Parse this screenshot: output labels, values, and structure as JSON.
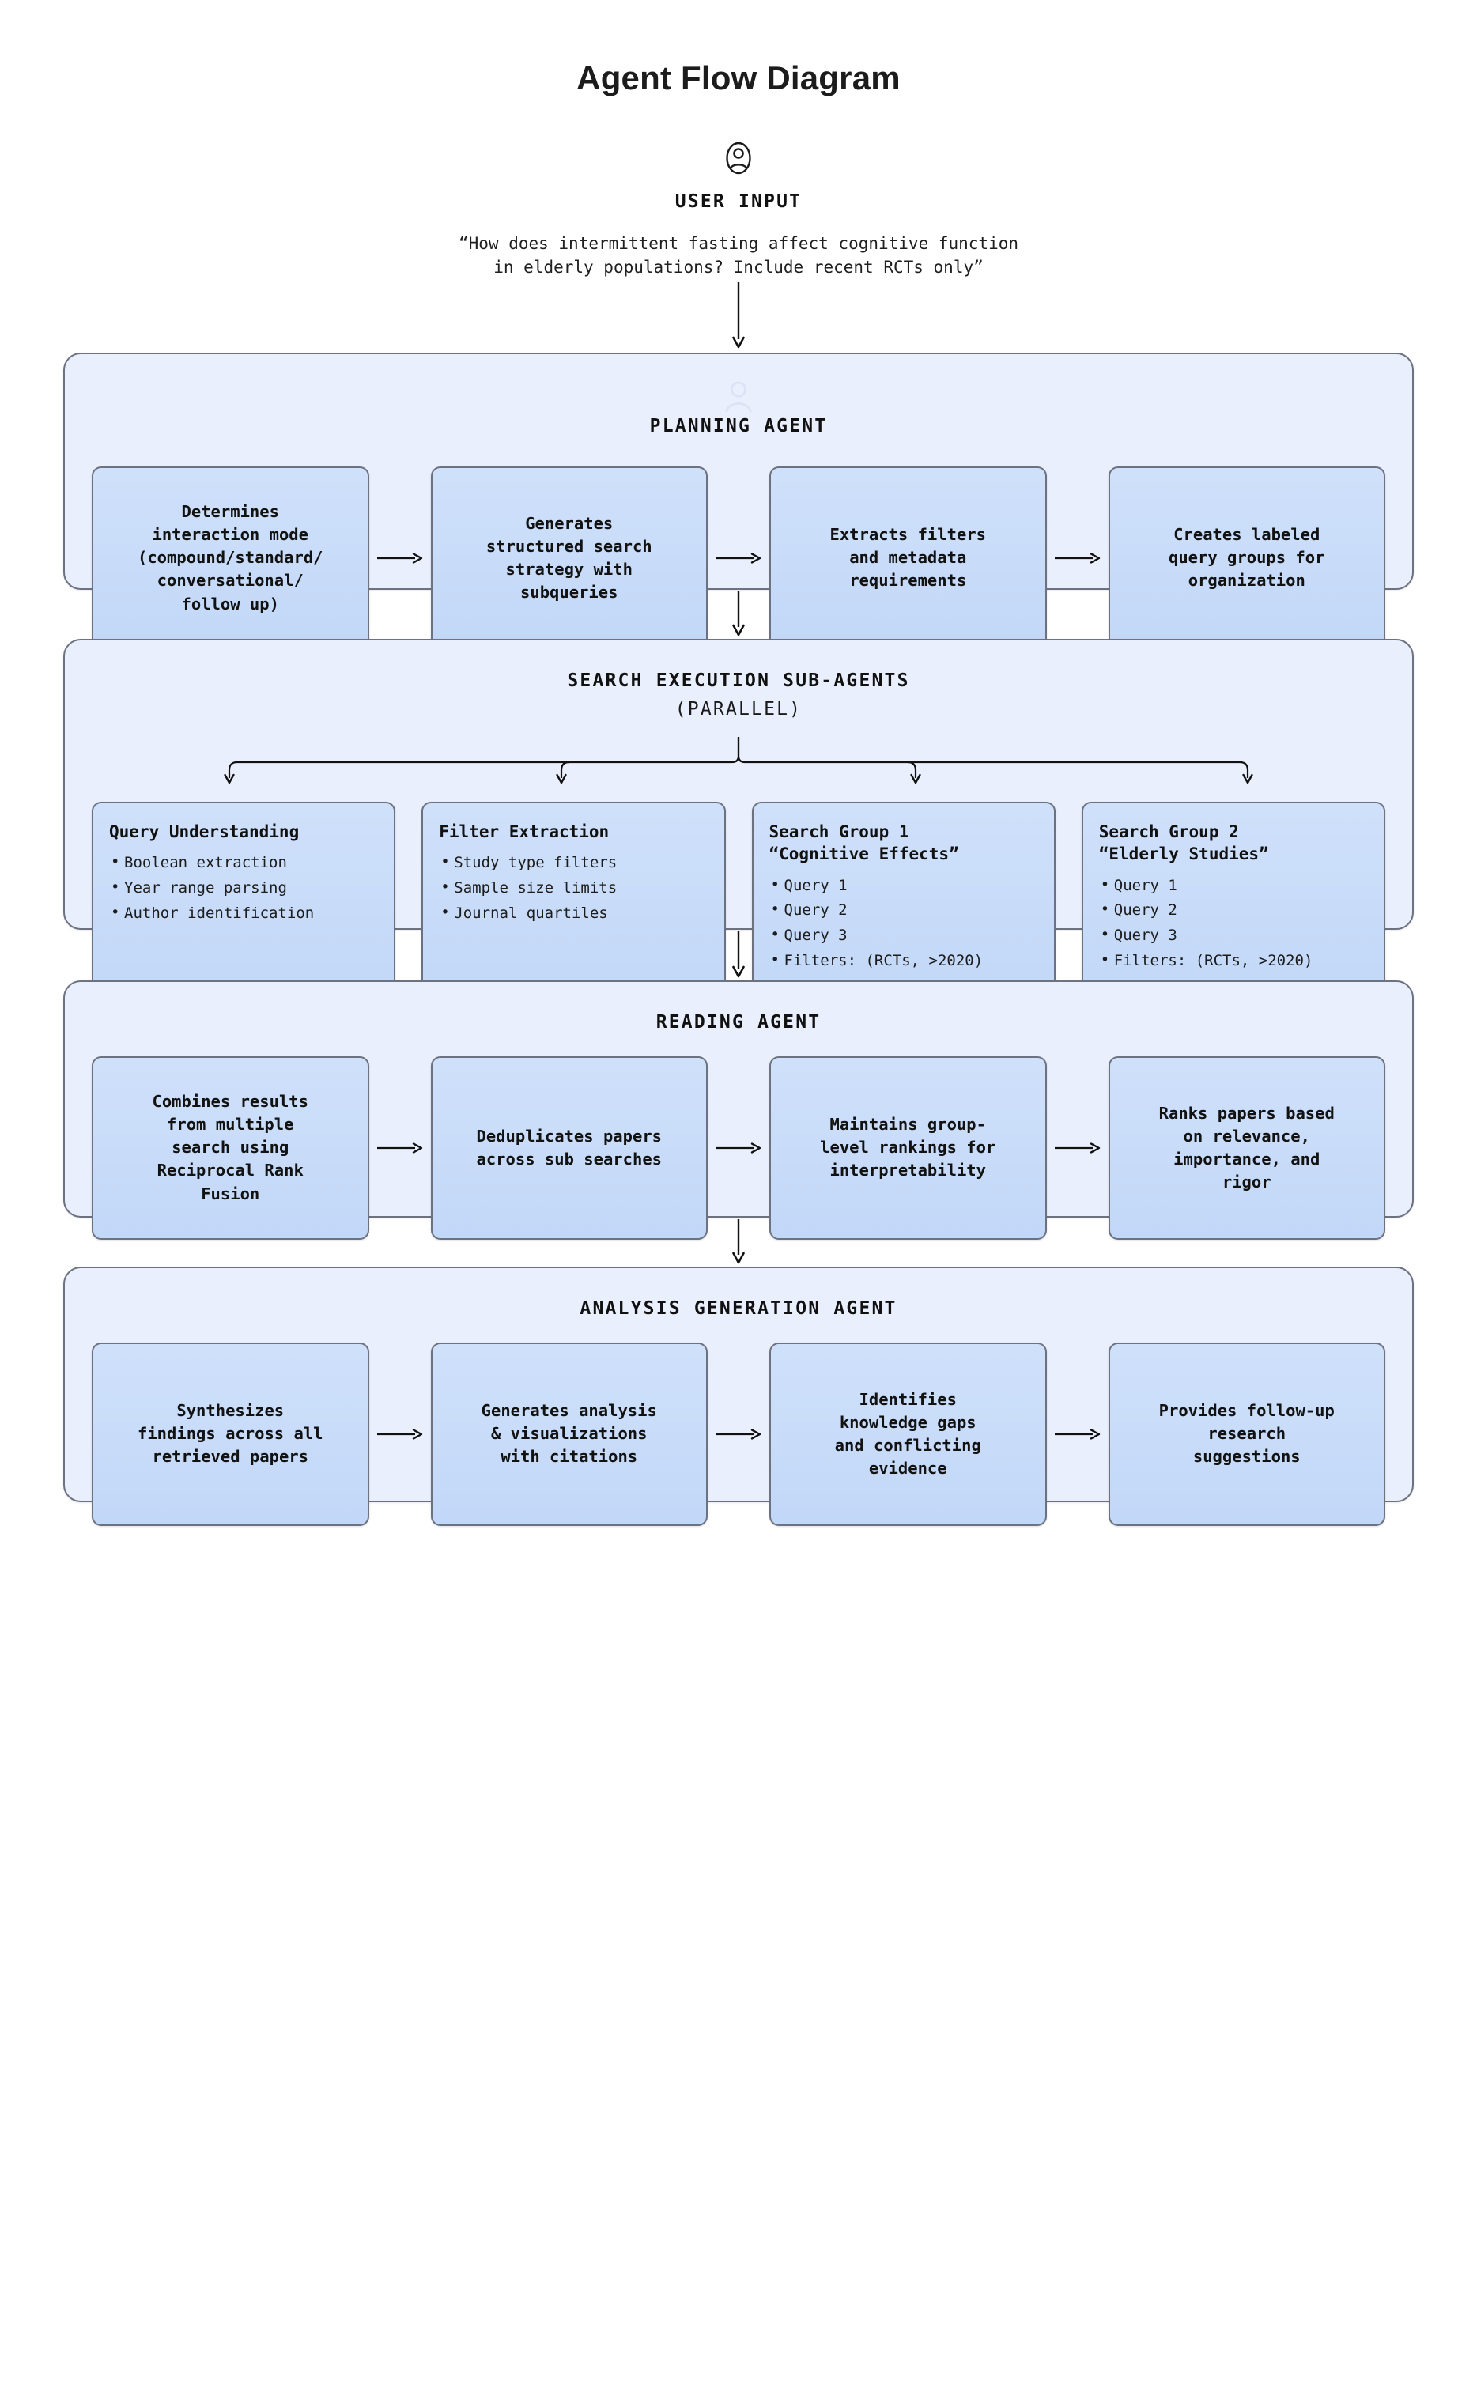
{
  "title": "Agent Flow Diagram",
  "user_input": {
    "icon": "user-circle-icon",
    "label": "USER INPUT",
    "query": "“How does intermittent fasting affect cognitive function\nin elderly populations? Include recent RCTs only”"
  },
  "colors": {
    "page_background": "#ffffff",
    "section_fill": "#e9effc",
    "section_border": "#6d7280",
    "box_fill": "#c7dcf8",
    "box_border": "#6d7280",
    "text": "#111111",
    "arrow": "#111111"
  },
  "sections": [
    {
      "id": "planning-agent",
      "title": "PLANNING AGENT",
      "subtitle": "",
      "watermark_icon": "user-circle-icon",
      "steps": [
        {
          "text": "Determines\ninteraction mode\n(compound/standard/\nconversational/\nfollow up)"
        },
        {
          "text": "Generates\nstructured search\nstrategy with\nsubqueries"
        },
        {
          "text": "Extracts filters\nand metadata\nrequirements"
        },
        {
          "text": "Creates labeled\nquery groups for\norganization"
        }
      ]
    },
    {
      "id": "search-execution-sub-agents",
      "title": "SEARCH EXECUTION SUB-AGENTS",
      "subtitle": "(PARALLEL)",
      "watermark_icon": "user-circle-icon",
      "cards": [
        {
          "title": "Query Understanding",
          "items": [
            "Boolean extraction",
            "Year range parsing",
            "Author identification"
          ]
        },
        {
          "title": "Filter Extraction",
          "items": [
            "Study type filters",
            "Sample size limits",
            "Journal quartiles"
          ]
        },
        {
          "title": "Search Group 1\n“Cognitive Effects”",
          "items": [
            "Query 1",
            "Query 2",
            "Query 3",
            "Filters: (RCTs, >2020)"
          ]
        },
        {
          "title": "Search Group 2\n“Elderly Studies”",
          "items": [
            "Query 1",
            "Query 2",
            "Query 3",
            "Filters: (RCTs, >2020)"
          ]
        }
      ]
    },
    {
      "id": "reading-agent",
      "title": "READING AGENT",
      "subtitle": "",
      "watermark_icon": "user-circle-icon",
      "steps": [
        {
          "text": "Combines results\nfrom multiple\nsearch using\nReciprocal Rank\nFusion"
        },
        {
          "text": "Deduplicates papers\nacross sub searches"
        },
        {
          "text": "Maintains group-\nlevel rankings for\ninterpretability"
        },
        {
          "text": "Ranks papers based\non relevance,\nimportance, and\nrigor"
        }
      ]
    },
    {
      "id": "analysis-generation-agent",
      "title": "ANALYSIS GENERATION AGENT",
      "subtitle": "",
      "watermark_icon": "user-circle-icon",
      "steps": [
        {
          "text": "Synthesizes\nfindings across all\nretrieved papers"
        },
        {
          "text": "Generates analysis\n& visualizations\nwith citations"
        },
        {
          "text": "Identifies\nknowledge gaps\nand conflicting\nevidence"
        },
        {
          "text": "Provides follow-up\nresearch\nsuggestions"
        }
      ]
    }
  ]
}
